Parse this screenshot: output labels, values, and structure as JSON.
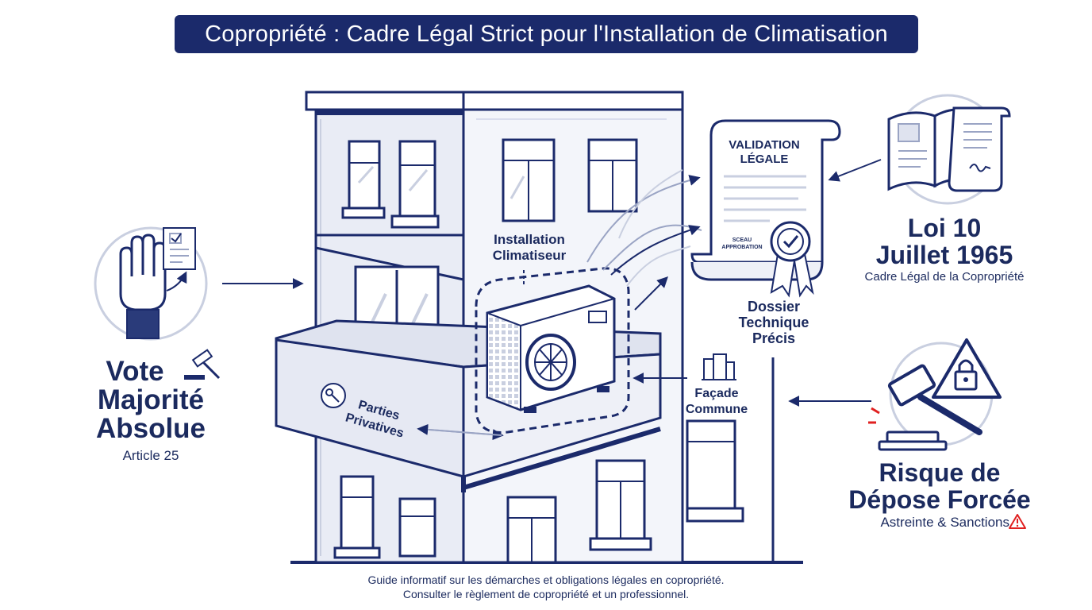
{
  "title": "Copropriété : Cadre Légal Strict pour l'Installation de Climatisation",
  "vote": {
    "title_line1": "Vote",
    "title_line2": "Majorité",
    "title_line3": "Absolue",
    "subtitle": "Article 25"
  },
  "installation": {
    "line1": "Installation",
    "line2": "Climatiseur"
  },
  "parties": {
    "line1": "Parties",
    "line2": "Privatives"
  },
  "facade": {
    "line1": "Façade",
    "line2": "Commune"
  },
  "document": {
    "heading1": "VALIDATION",
    "heading2": "LÉGALE",
    "seal1": "SCEAU",
    "seal2": "APPROBATION"
  },
  "dossier": {
    "line1": "Dossier",
    "line2": "Technique",
    "line3": "Précis"
  },
  "loi": {
    "line1": "Loi 10",
    "line2": "Juillet 1965",
    "subtitle": "Cadre Légal de la Copropriété"
  },
  "risque": {
    "line1": "Risque de",
    "line2": "Dépose Forcée",
    "subtitle": "Astreinte & Sanctions"
  },
  "footer": {
    "line1": "Guide informatif sur les démarches et obligations légales en copropriété.",
    "line2": "Consulter le règlement de copropriété et un professionnel."
  },
  "colors": {
    "navy": "#1b2a6b",
    "wall": "#e6e9f3",
    "wall_shade": "#d3d8e8",
    "warning": "#e02020"
  },
  "icons": [
    "raised-hand-icon",
    "checklist-icon",
    "gavel-icon",
    "key-icon",
    "building-icon",
    "seal-ribbon-icon",
    "open-book-icon",
    "scroll-icon",
    "lock-warning-icon",
    "warning-triangle-icon"
  ]
}
